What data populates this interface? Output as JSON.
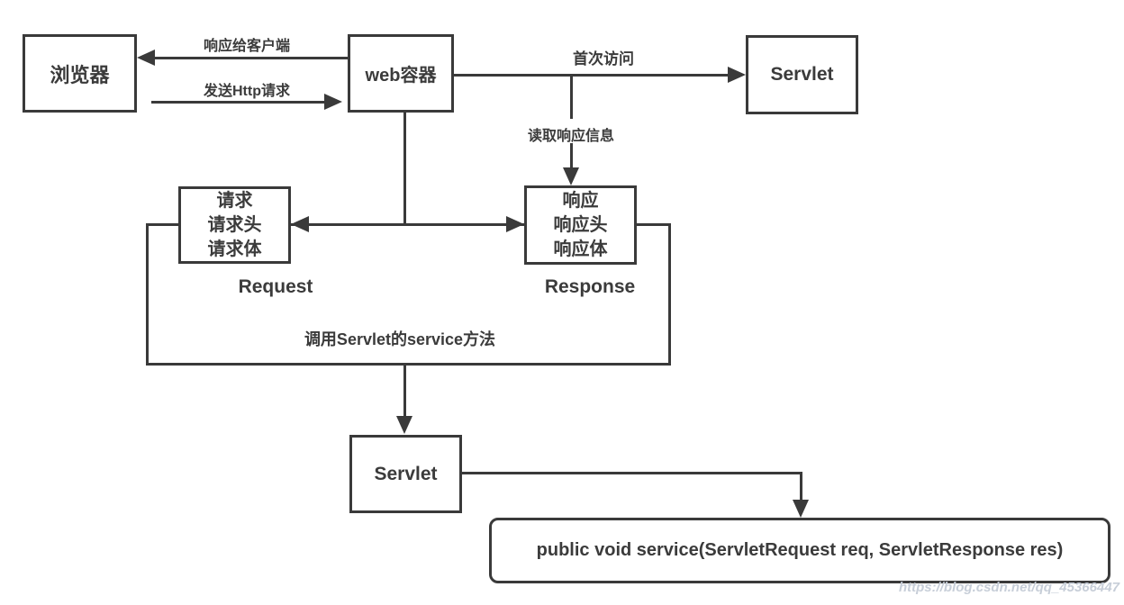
{
  "diagram": {
    "title": "Servlet request/response flow diagram",
    "nodes": {
      "browser": {
        "label": "浏览器"
      },
      "web_container": {
        "label": "web容器"
      },
      "servlet_top": {
        "label": "Servlet"
      },
      "request_box": {
        "lines": [
          "请求",
          "请求头",
          "请求体"
        ]
      },
      "response_box": {
        "lines": [
          "响应",
          "响应头",
          "响应体"
        ]
      },
      "request_label": "Request",
      "response_label": "Response",
      "servlet_bottom": {
        "label": "Servlet"
      },
      "service_signature": "public void service(ServletRequest req, ServletResponse res)"
    },
    "edges": {
      "respond_to_client": "响应给客户端",
      "send_http_request": "发送Http请求",
      "first_visit": "首次访问",
      "read_response_info": "读取响应信息",
      "call_service_method": "调用Servlet的service方法"
    },
    "watermark": "https://blog.csdn.net/qq_45366447",
    "colors": {
      "line": "#3a3a3a",
      "text": "#3b3b3b",
      "watermark": "#c4cbd6",
      "background": "#ffffff"
    }
  }
}
